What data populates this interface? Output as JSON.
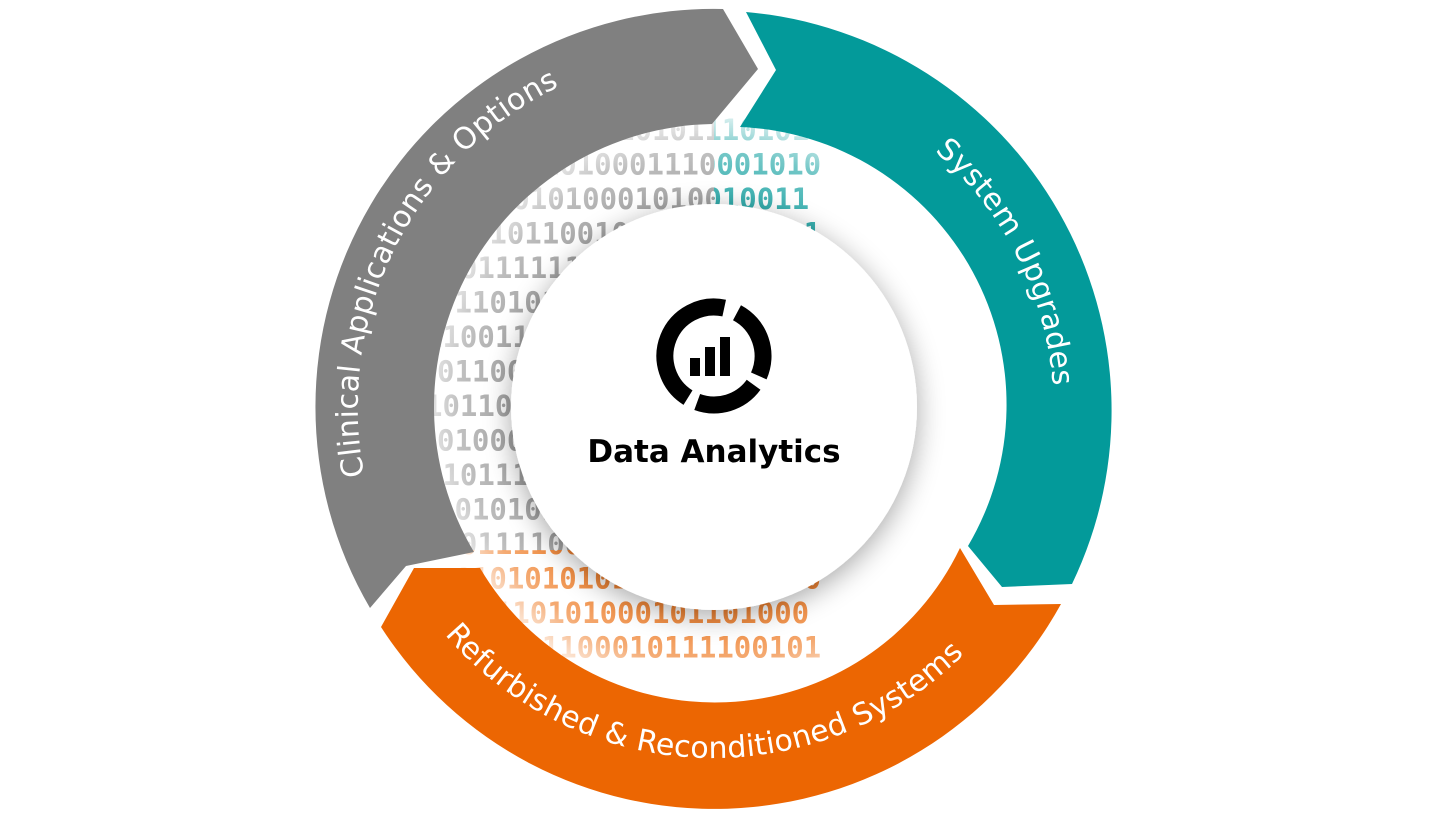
{
  "diagram": {
    "center": {
      "title": "Data Analytics",
      "icon": "analytics-donut-bar-icon",
      "color": "#000000"
    },
    "segments": [
      {
        "label": "Clinical Applications & Options",
        "color": "#808080"
      },
      {
        "label": "System Upgrades",
        "color": "#039a9a"
      },
      {
        "label": "Refurbished & Reconditioned Systems",
        "color": "#ec6602"
      }
    ],
    "binary_rows": [
      "0101010010110101110101",
      "0110101010001110001010",
      "1011101010001010010011",
      "0101011001010100101101",
      "1101111110101011111010",
      "0110101101001010010101",
      "1100111110100101000101",
      "0110001010101101101010",
      "1011001010101010010101",
      "0100010101011010100010",
      "0101111100101010011010",
      "1010101010101010101010",
      "0101111001011011111001",
      "1010101010101010001010",
      "0110110101000101101000",
      "1010101100010111100101"
    ],
    "binary_colors": {
      "left": "#8c8c8c",
      "right": "#039a9a",
      "bottom": "#ec6602"
    }
  }
}
